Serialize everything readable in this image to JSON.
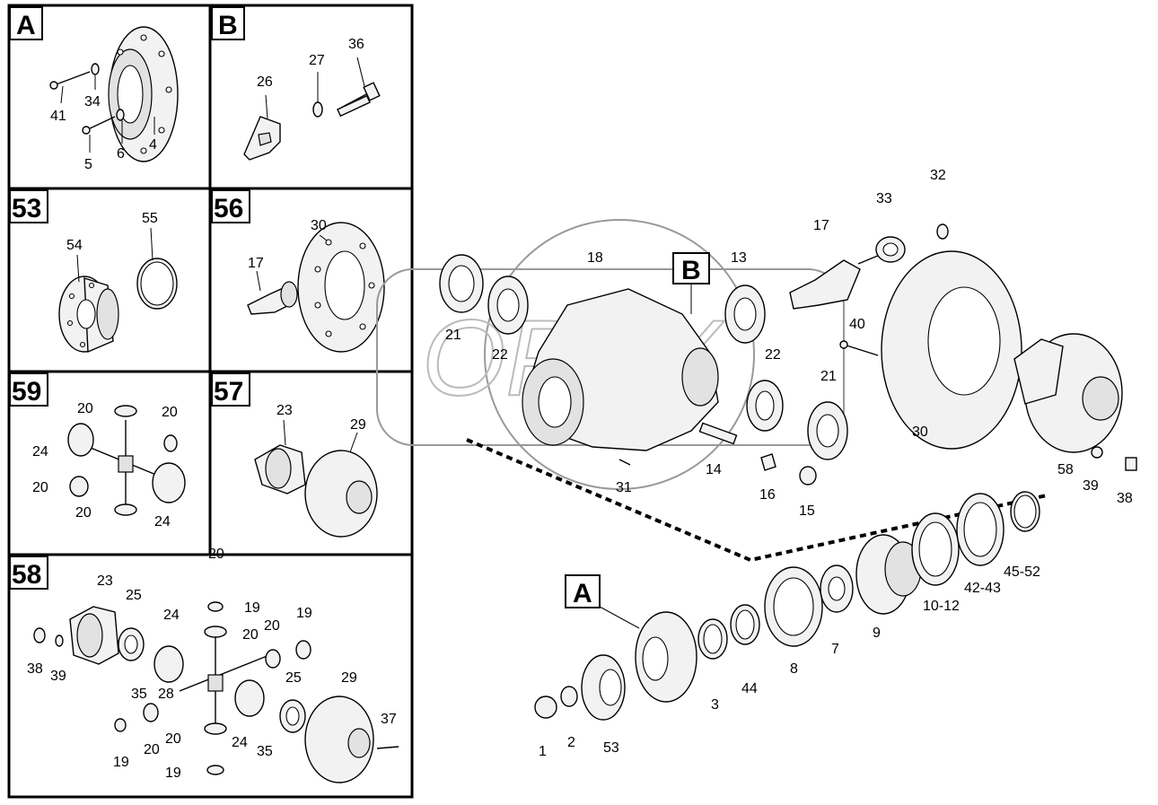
{
  "panels": {
    "A": {
      "tag": "A",
      "labels": [
        "41",
        "34",
        "5",
        "6",
        "4"
      ]
    },
    "B": {
      "tag": "B",
      "labels": [
        "26",
        "27",
        "36"
      ]
    },
    "p53": {
      "tag": "53",
      "labels": [
        "54",
        "55"
      ]
    },
    "p56": {
      "tag": "56",
      "labels": [
        "17",
        "30"
      ]
    },
    "p59": {
      "tag": "59",
      "labels": [
        "20",
        "20",
        "24",
        "20",
        "20",
        "24"
      ]
    },
    "p57": {
      "tag": "57",
      "labels": [
        "23",
        "29"
      ]
    },
    "p58": {
      "tag": "58",
      "labels": [
        "23",
        "25",
        "24",
        "19",
        "20",
        "20",
        "19",
        "38",
        "39",
        "35",
        "28",
        "20",
        "25",
        "29",
        "19",
        "20",
        "20",
        "24",
        "35",
        "37",
        "19"
      ]
    }
  },
  "main": {
    "labels": [
      "18",
      "17",
      "33",
      "32",
      "13",
      "21",
      "22",
      "22",
      "21",
      "31",
      "14",
      "16",
      "15",
      "40",
      "30",
      "58",
      "39",
      "38",
      "1",
      "2",
      "53",
      "3",
      "44",
      "8",
      "7",
      "9",
      "10-12",
      "42-43",
      "45-52"
    ],
    "callouts": [
      "A",
      "B"
    ]
  },
  "watermark": "OPEX"
}
